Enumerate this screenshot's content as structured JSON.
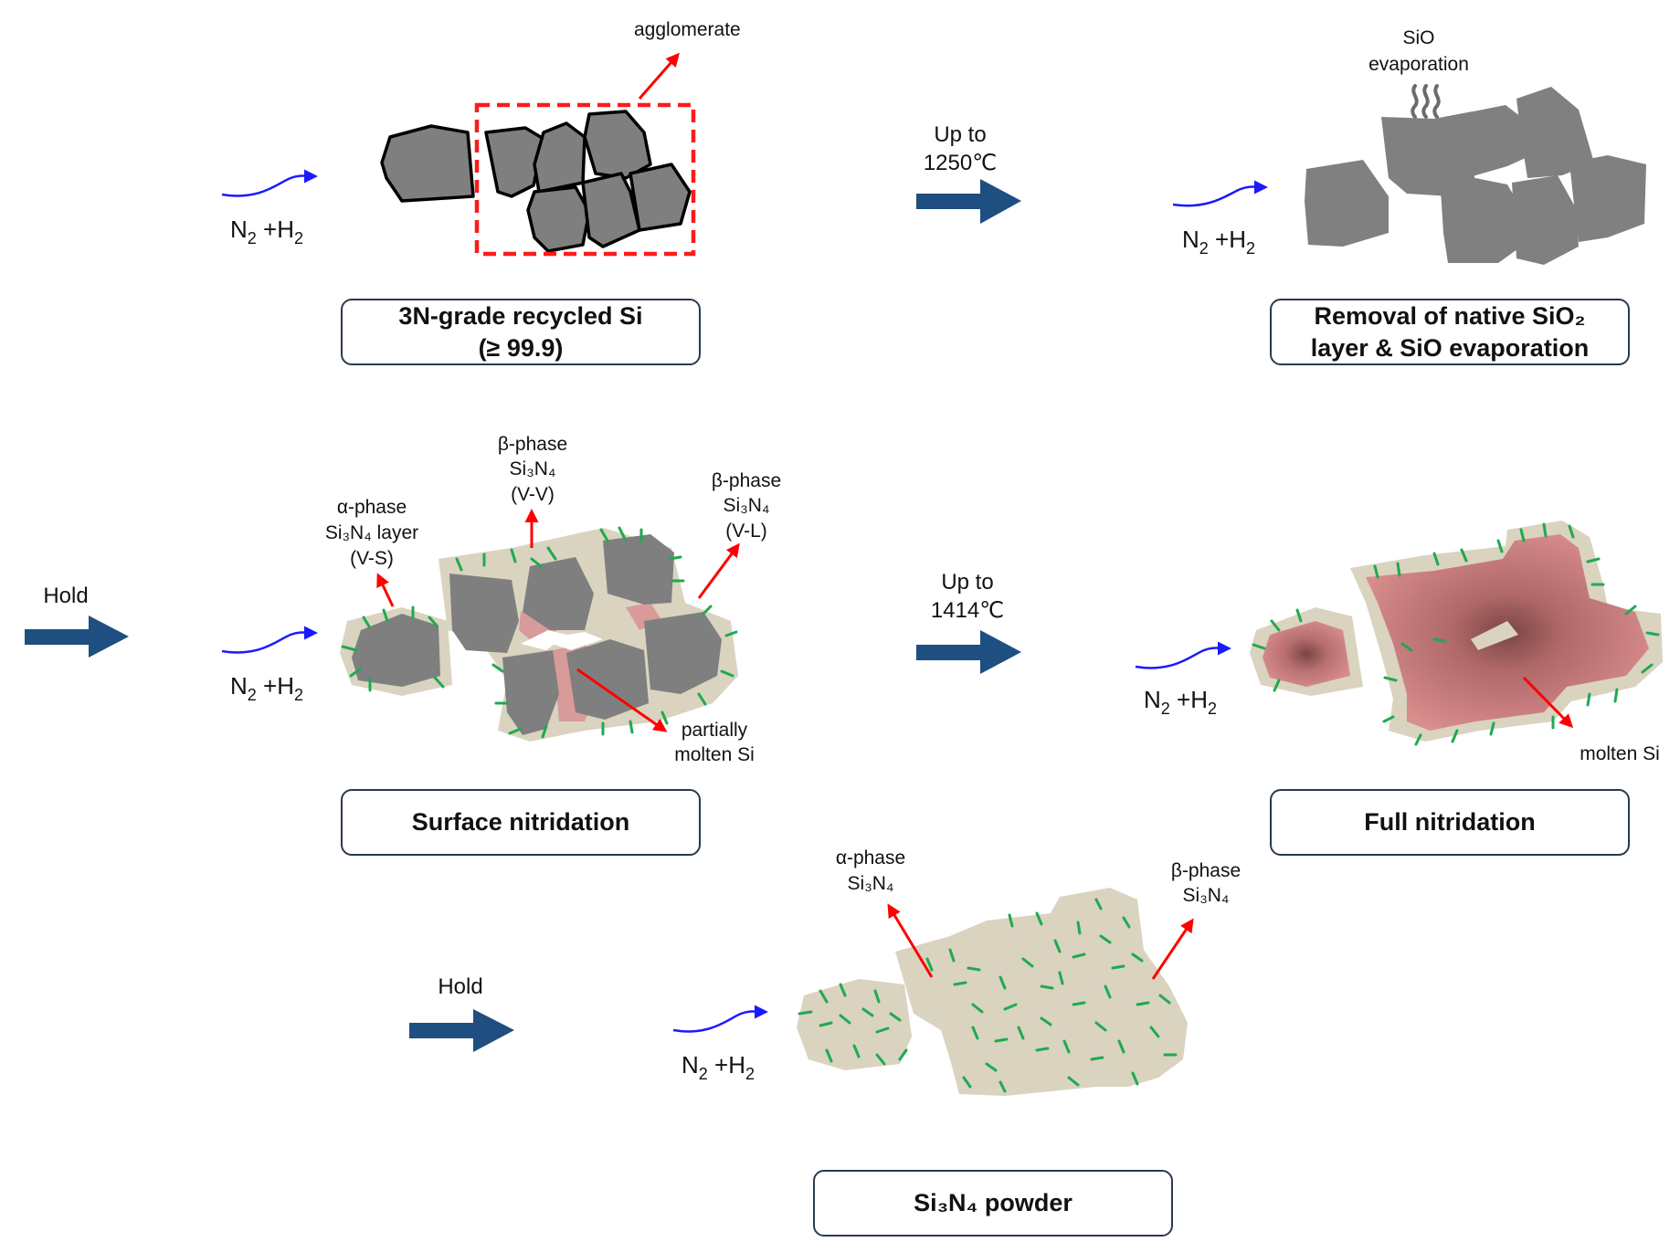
{
  "gas": {
    "n": "N",
    "sub": "2",
    "rest": " +H",
    "sub2": "2"
  },
  "annotations": {
    "agglomerate": "agglomerate",
    "sio_evap_1": "SiO",
    "sio_evap_2": "evaporation",
    "alpha_layer_1": "α-phase",
    "alpha_layer_2": "Si₃N₄ layer",
    "alpha_layer_3": "(V-S)",
    "beta_vv_1": "β-phase",
    "beta_vv_2": "Si₃N₄",
    "beta_vv_3": "(V-V)",
    "beta_vl_1": "β-phase",
    "beta_vl_2": "Si₃N₄",
    "beta_vl_3": "(V-L)",
    "partial_molten_1": "partially",
    "partial_molten_2": "molten Si",
    "molten_si": "molten Si",
    "alpha_final_1": "α-phase",
    "alpha_final_2": "Si₃N₄",
    "beta_final_1": "β-phase",
    "beta_final_2": "Si₃N₄"
  },
  "steps": {
    "heat1_1": "Up to",
    "heat1_2": "1250℃",
    "heat2_1": "Up to",
    "heat2_2": "1414℃",
    "hold1": "Hold",
    "hold2": "Hold"
  },
  "boxes": {
    "recycled_1": "3N-grade recycled Si",
    "recycled_2": "(≥ 99.9)",
    "removal_1": "Removal of native SiO₂",
    "removal_2": "layer & SiO evaporation",
    "surface": "Surface nitridation",
    "full": "Full nitridation",
    "powder": "Si₃N₄ powder"
  },
  "colors": {
    "particle_dark": "#7f7f7f",
    "particle_gray": "#808080",
    "nitride_shell": "#d9d3c0",
    "needle_green": "#1faa4f",
    "molten_pink": "#cf8484",
    "flow_arrow": "#1f4e80",
    "gas_arrow": "#1a1aff",
    "callout_red": "#ff0000",
    "box_border": "#2a3a4e"
  }
}
